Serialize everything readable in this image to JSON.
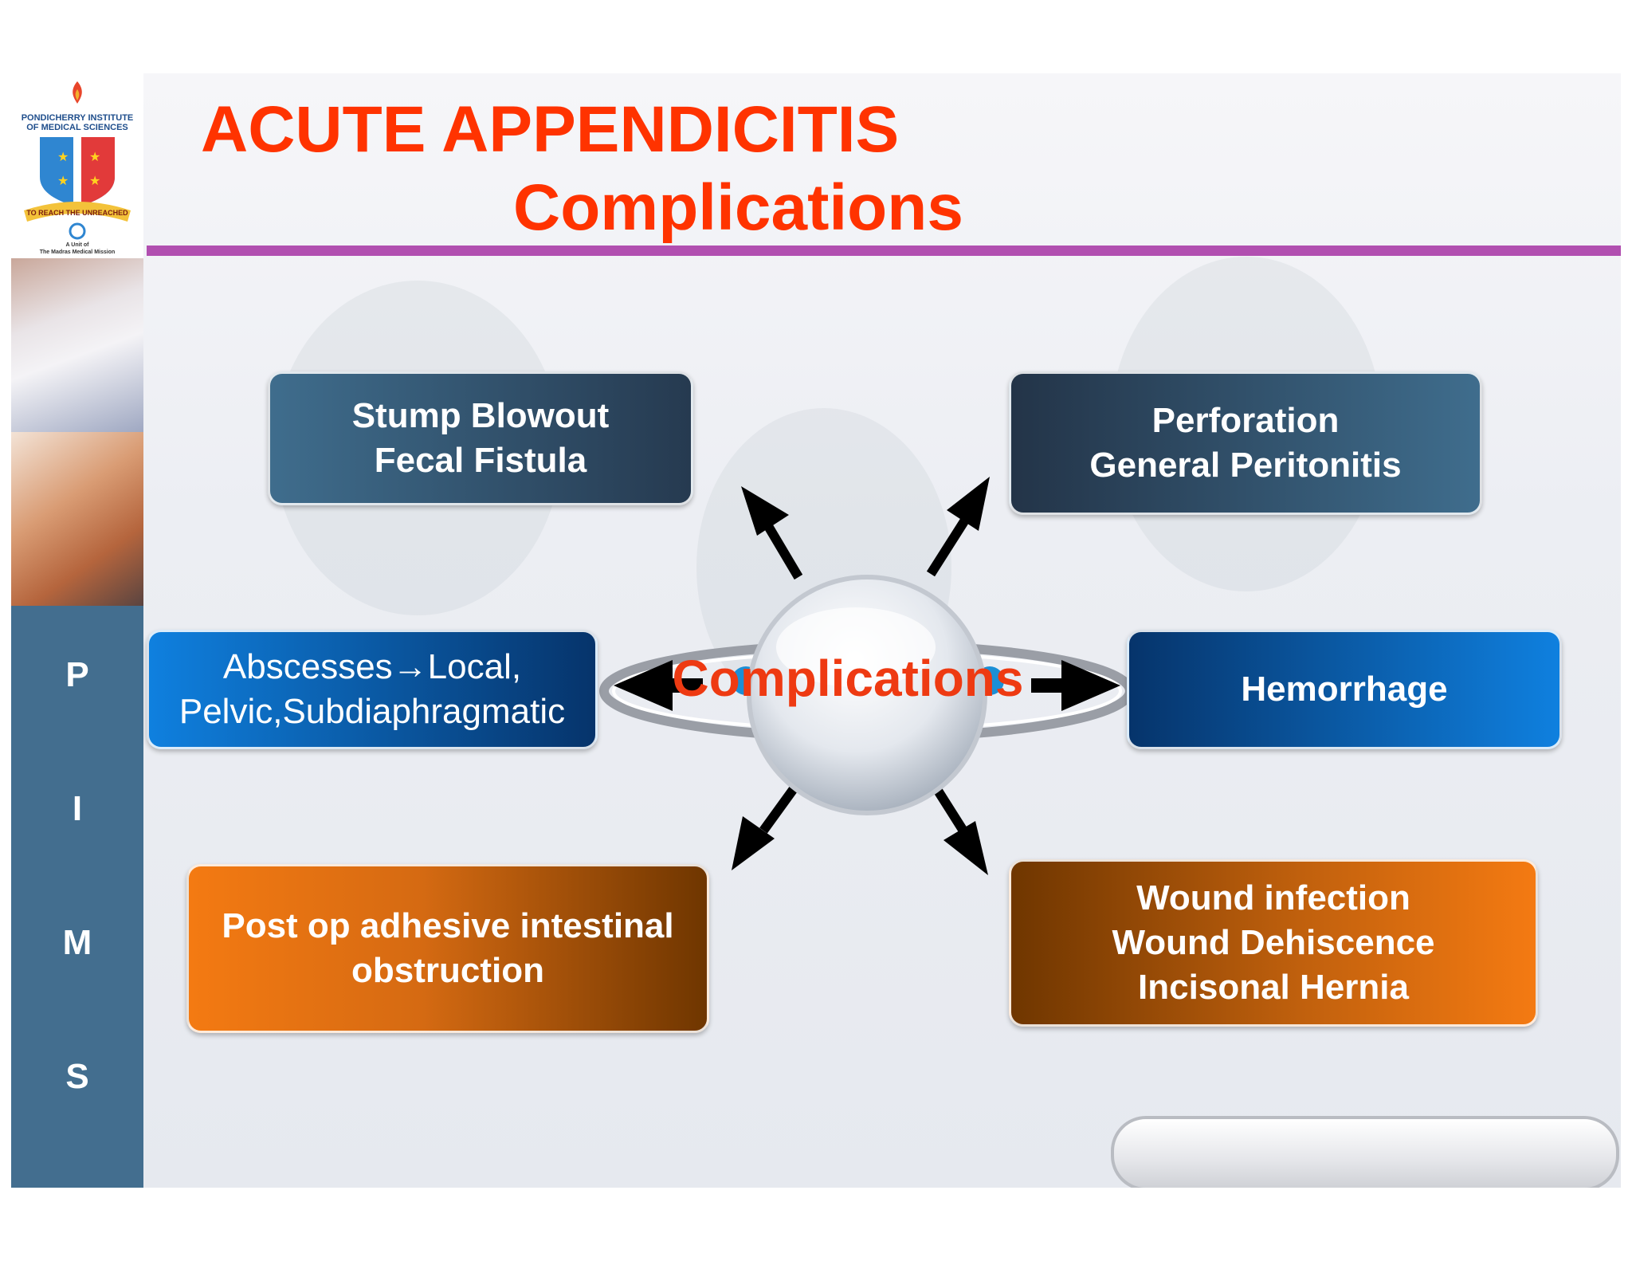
{
  "logo": {
    "name_line1": "PONDICHERRY INSTITUTE",
    "name_line2": "OF MEDICAL SCIENCES",
    "motto": "TO REACH THE UNREACHED",
    "unit_line1": "A Unit of",
    "unit_line2": "The Madras Medical Mission"
  },
  "sidebar": {
    "letters": [
      "P",
      "I",
      "M",
      "S"
    ]
  },
  "title": {
    "line1": "ACUTE APPENDICITIS",
    "line2": "Complications"
  },
  "diagram": {
    "hub_label": "Complications",
    "nodes": [
      {
        "id": "top-left",
        "lines": [
          "Stump Blowout",
          "Fecal Fistula"
        ]
      },
      {
        "id": "top-right",
        "lines": [
          "Perforation",
          "General Peritonitis"
        ]
      },
      {
        "id": "middle-left",
        "lines": [
          "Abscesses→Local,",
          "Pelvic,Subdiaphragmatic"
        ]
      },
      {
        "id": "middle-right",
        "lines": [
          "Hemorrhage"
        ]
      },
      {
        "id": "bottom-left",
        "lines": [
          "Post op adhesive intestinal",
          "obstruction"
        ]
      },
      {
        "id": "bottom-right",
        "lines": [
          "Wound infection",
          "Wound Dehiscence",
          "Incisonal Hernia"
        ]
      }
    ]
  },
  "colors": {
    "title": "#ff3300",
    "rule": "#b14fb0",
    "sidebar": "#436e8f",
    "hub_label": "#ee3a12"
  }
}
